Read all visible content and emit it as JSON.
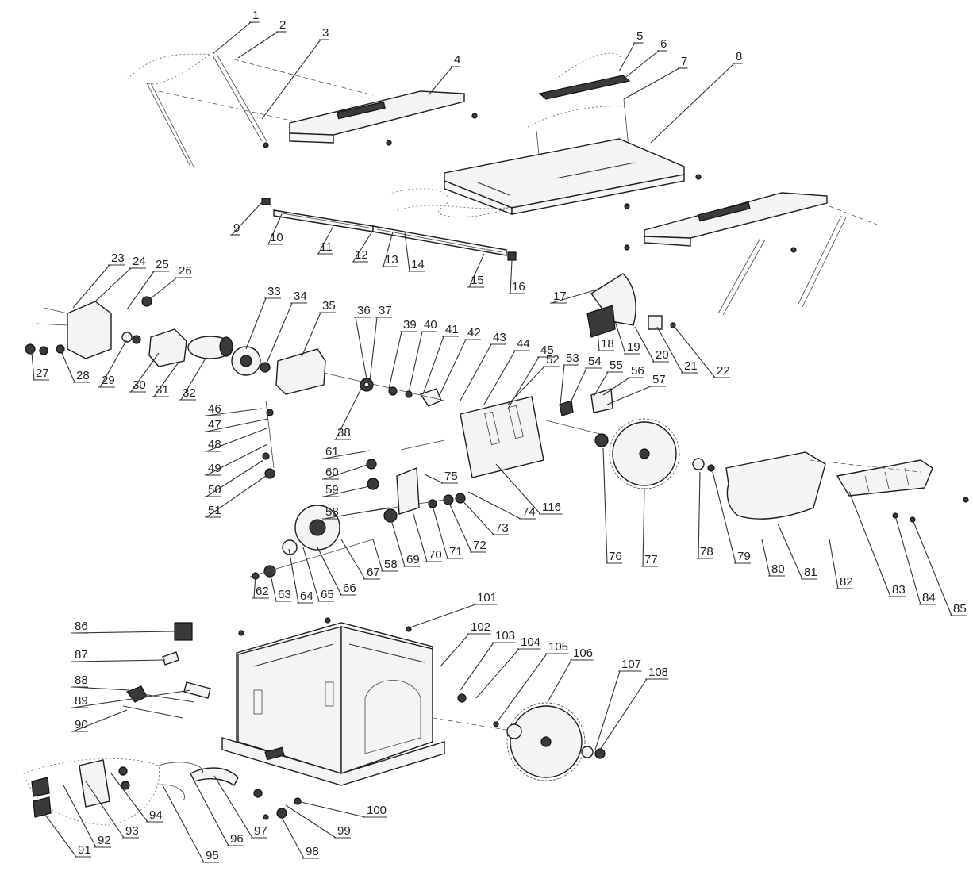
{
  "labels": [
    {
      "text": "1"
    },
    {
      "text": "2"
    },
    {
      "text": "3"
    },
    {
      "text": "4"
    },
    {
      "text": "5"
    },
    {
      "text": "6"
    },
    {
      "text": "7"
    },
    {
      "text": "8"
    },
    {
      "text": "9"
    },
    {
      "text": "10"
    },
    {
      "text": "11"
    },
    {
      "text": "12"
    },
    {
      "text": "13"
    },
    {
      "text": "14"
    },
    {
      "text": "15"
    },
    {
      "text": "16"
    },
    {
      "text": "17"
    },
    {
      "text": "18"
    },
    {
      "text": "19"
    },
    {
      "text": "20"
    },
    {
      "text": "21"
    },
    {
      "text": "22"
    },
    {
      "text": "23"
    },
    {
      "text": "24"
    },
    {
      "text": "25"
    },
    {
      "text": "26"
    },
    {
      "text": "27"
    },
    {
      "text": "28"
    },
    {
      "text": "29"
    },
    {
      "text": "30"
    },
    {
      "text": "31"
    },
    {
      "text": "32"
    },
    {
      "text": "33"
    },
    {
      "text": "34"
    },
    {
      "text": "35"
    },
    {
      "text": "36"
    },
    {
      "text": "37"
    },
    {
      "text": "38"
    },
    {
      "text": "39"
    },
    {
      "text": "40"
    },
    {
      "text": "41"
    },
    {
      "text": "42"
    },
    {
      "text": "43"
    },
    {
      "text": "44"
    },
    {
      "text": "45"
    },
    {
      "text": "46"
    },
    {
      "text": "47"
    },
    {
      "text": "48"
    },
    {
      "text": "49"
    },
    {
      "text": "50"
    },
    {
      "text": "51"
    },
    {
      "text": "52"
    },
    {
      "text": "53"
    },
    {
      "text": "54"
    },
    {
      "text": "55"
    },
    {
      "text": "56"
    },
    {
      "text": "57"
    },
    {
      "text": "58"
    },
    {
      "text": "59"
    },
    {
      "text": "60"
    },
    {
      "text": "61"
    },
    {
      "text": "62"
    },
    {
      "text": "63"
    },
    {
      "text": "64"
    },
    {
      "text": "65"
    },
    {
      "text": "66"
    },
    {
      "text": "67"
    },
    {
      "text": "58"
    },
    {
      "text": "69"
    },
    {
      "text": "70"
    },
    {
      "text": "71"
    },
    {
      "text": "72"
    },
    {
      "text": "73"
    },
    {
      "text": "74"
    },
    {
      "text": "75"
    },
    {
      "text": "116"
    },
    {
      "text": "76"
    },
    {
      "text": "77"
    },
    {
      "text": "78"
    },
    {
      "text": "79"
    },
    {
      "text": "80"
    },
    {
      "text": "81"
    },
    {
      "text": "82"
    },
    {
      "text": "83"
    },
    {
      "text": "84"
    },
    {
      "text": "85"
    },
    {
      "text": "86"
    },
    {
      "text": "87"
    },
    {
      "text": "88"
    },
    {
      "text": "89"
    },
    {
      "text": "90"
    },
    {
      "text": "101"
    },
    {
      "text": "102"
    },
    {
      "text": "103"
    },
    {
      "text": "104"
    },
    {
      "text": "105"
    },
    {
      "text": "106"
    },
    {
      "text": "107"
    },
    {
      "text": "108"
    },
    {
      "text": "91"
    },
    {
      "text": "92"
    },
    {
      "text": "93"
    },
    {
      "text": "94"
    },
    {
      "text": "95"
    },
    {
      "text": "96"
    },
    {
      "text": "97"
    },
    {
      "text": "98"
    },
    {
      "text": "99"
    },
    {
      "text": "100"
    }
  ]
}
